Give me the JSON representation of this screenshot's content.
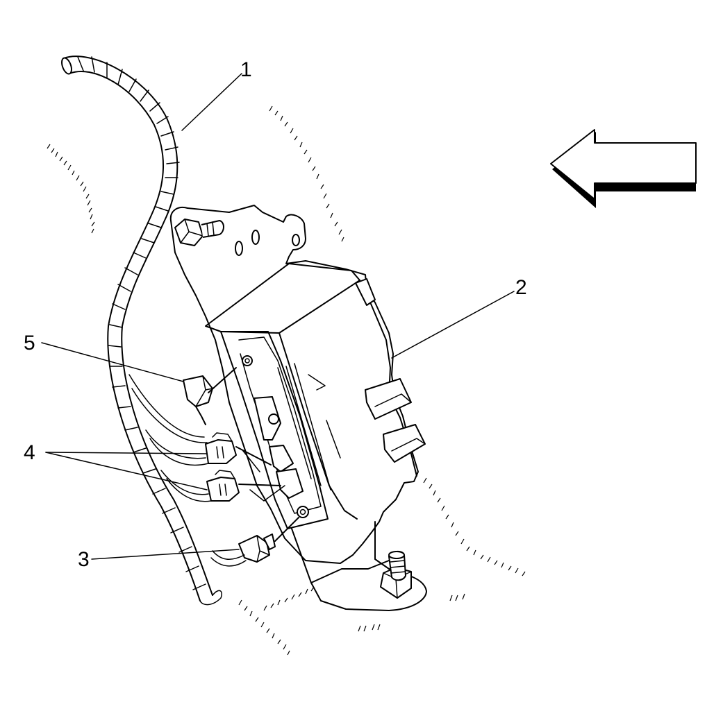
{
  "callouts": {
    "c1": "1",
    "c2": "2",
    "c3": "3",
    "c4": "4",
    "c5": "5"
  },
  "colors": {
    "line": "#000000",
    "background": "#ffffff"
  },
  "icons": {
    "direction_arrow": "left-arrow-icon"
  }
}
